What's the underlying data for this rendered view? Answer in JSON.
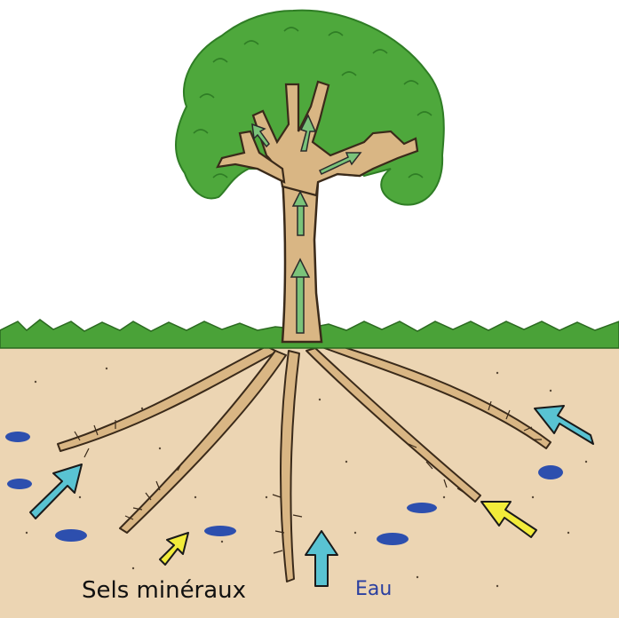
{
  "labels": {
    "mineral_salts": "Sels minéraux",
    "water": "Eau"
  },
  "colors": {
    "sky": "#ffffff",
    "soil": "#ecd5b3",
    "grass": "#4aa238",
    "foliage": "#4ea83c",
    "foliage_dark": "#2f7d25",
    "wood": "#d9b684",
    "outline": "#3a2a1a",
    "water_arrow": "#59c3d2",
    "mineral_arrow": "#f2ec3a",
    "sap_arrow": "#7ac37a",
    "water_puddle": "#2d4fae",
    "water_label": "#2a3fa0"
  },
  "arrow_groups": [
    {
      "name": "water-arrows",
      "meaning": "Eau"
    },
    {
      "name": "mineral-arrows",
      "meaning": "Sels minéraux"
    }
  ]
}
